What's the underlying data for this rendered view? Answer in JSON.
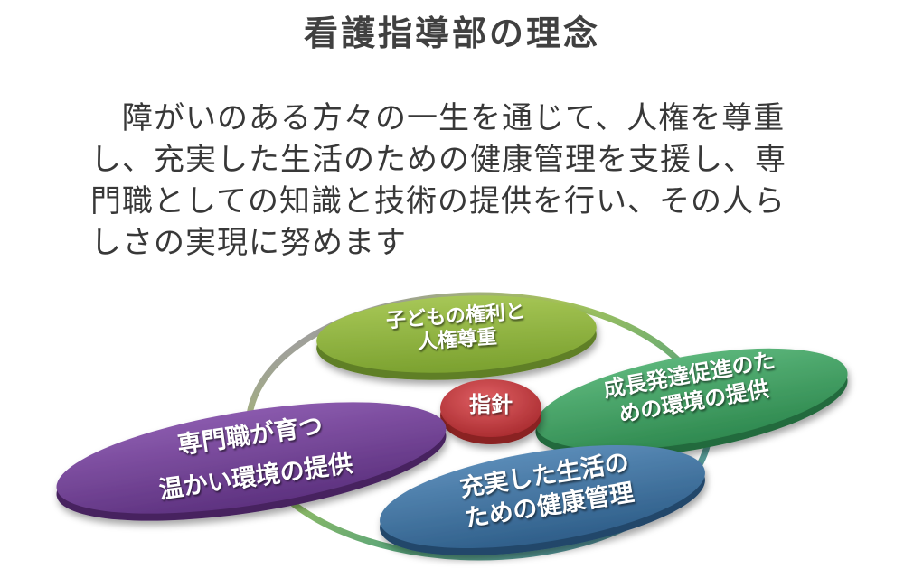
{
  "title": "看護指導部の理念",
  "philosophy": {
    "lines": [
      "　障がいのある方々の一生を通じて、人権を尊重",
      "し、充実した生活のための健康管理を支援し、専",
      "門職としての知識と技術の提供を行い、その人ら",
      "しさの実現に努めます"
    ]
  },
  "diagram": {
    "center": {
      "label": "指針",
      "color": "#c0363a"
    },
    "nodes": [
      {
        "id": "rights",
        "lines": [
          "子どもの権利と",
          "人権尊重"
        ],
        "color": "#8db23c"
      },
      {
        "id": "development",
        "lines": [
          "成長発達促進のた",
          "めの環境の提供"
        ],
        "color": "#3f9b5e"
      },
      {
        "id": "health",
        "lines": [
          "充実した生活の",
          "ための健康管理"
        ],
        "color": "#3d6f9a"
      },
      {
        "id": "professional",
        "lines": [
          "専門職が育つ",
          "温かい環境の提供"
        ],
        "color": "#6f3f91"
      }
    ]
  }
}
